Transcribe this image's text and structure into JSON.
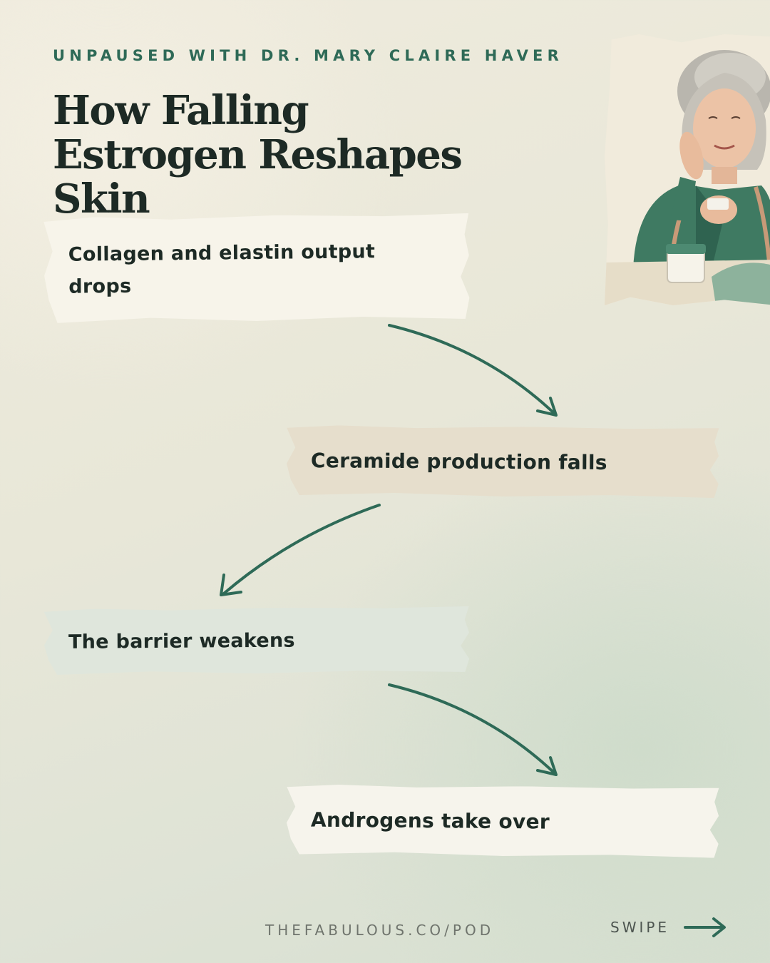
{
  "header": {
    "series_label": "UNPAUSED WITH DR. MARY CLAIRE HAVER",
    "title": "How Falling Estrogen Reshapes Skin"
  },
  "steps": [
    {
      "text": "Collagen and elastin output drops"
    },
    {
      "text": "Ceramide production falls"
    },
    {
      "text": "The barrier weakens"
    },
    {
      "text": "Androgens take over"
    }
  ],
  "colors": {
    "accent": "#2e6a57",
    "text": "#1d2a25"
  },
  "footer": {
    "url": "THEFABULOUS.CO/POD",
    "swipe_label": "SWIPE",
    "swipe_icon": "arrow-right-icon"
  }
}
